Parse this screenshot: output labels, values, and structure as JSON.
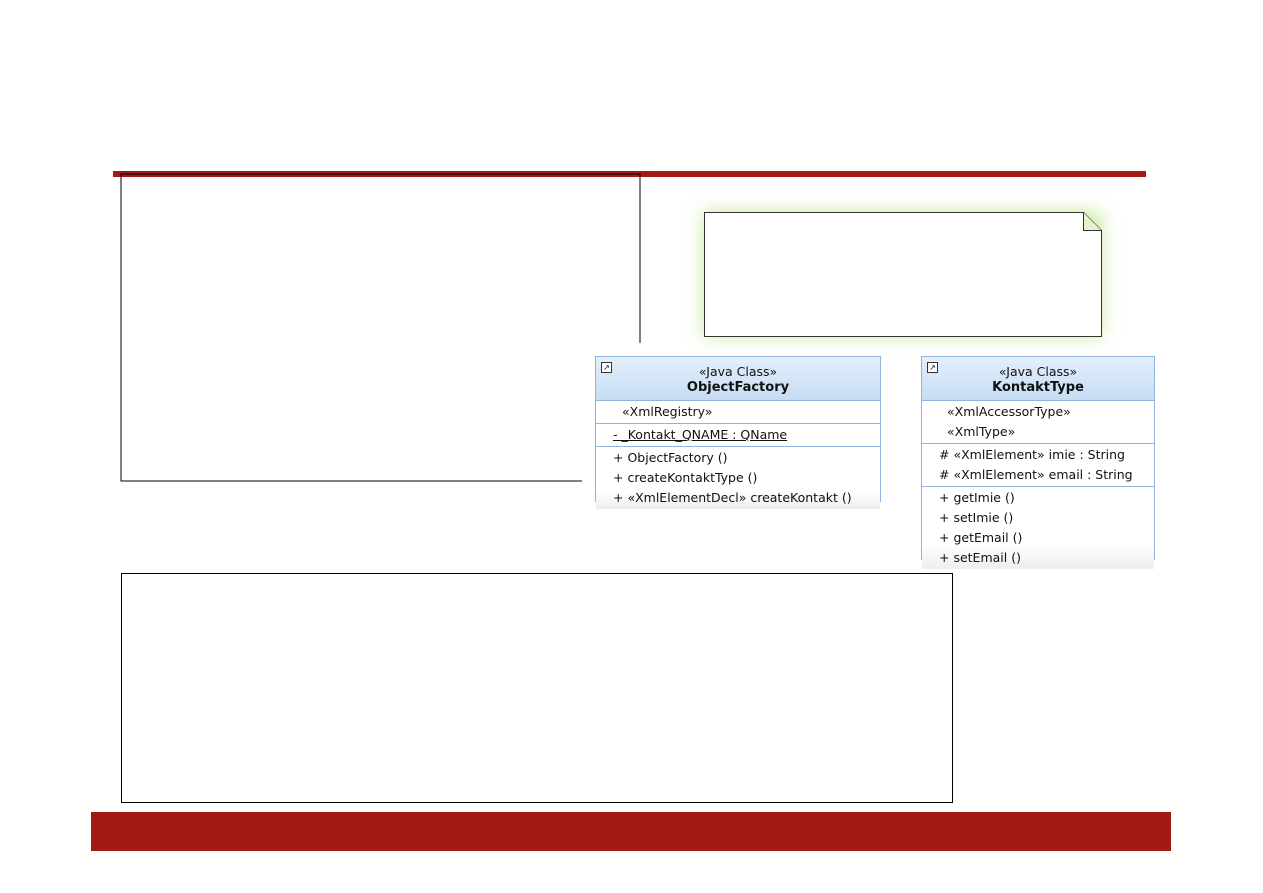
{
  "colors": {
    "accent": "#a31915",
    "uml_border": "#8fb4de"
  },
  "object_factory": {
    "icon": "shortcut-arrow-icon",
    "stereotype": "«Java Class»",
    "name": "ObjectFactory",
    "annotations": [
      "«XmlRegistry»"
    ],
    "attributes": [
      "- _Kontakt_QNAME : QName"
    ],
    "operations": [
      "+ ObjectFactory ()",
      "+ createKontaktType ()",
      "+ «XmlElementDecl» createKontakt ()"
    ]
  },
  "kontakt_type": {
    "icon": "shortcut-arrow-icon",
    "stereotype": "«Java Class»",
    "name": "KontaktType",
    "annotations": [
      "«XmlAccessorType»",
      "«XmlType»"
    ],
    "attributes": [
      "# «XmlElement» imie : String",
      "# «XmlElement» email : String"
    ],
    "operations": [
      "+ getImie ()",
      "+ setImie ()",
      "+ getEmail ()",
      "+ setEmail ()"
    ]
  }
}
